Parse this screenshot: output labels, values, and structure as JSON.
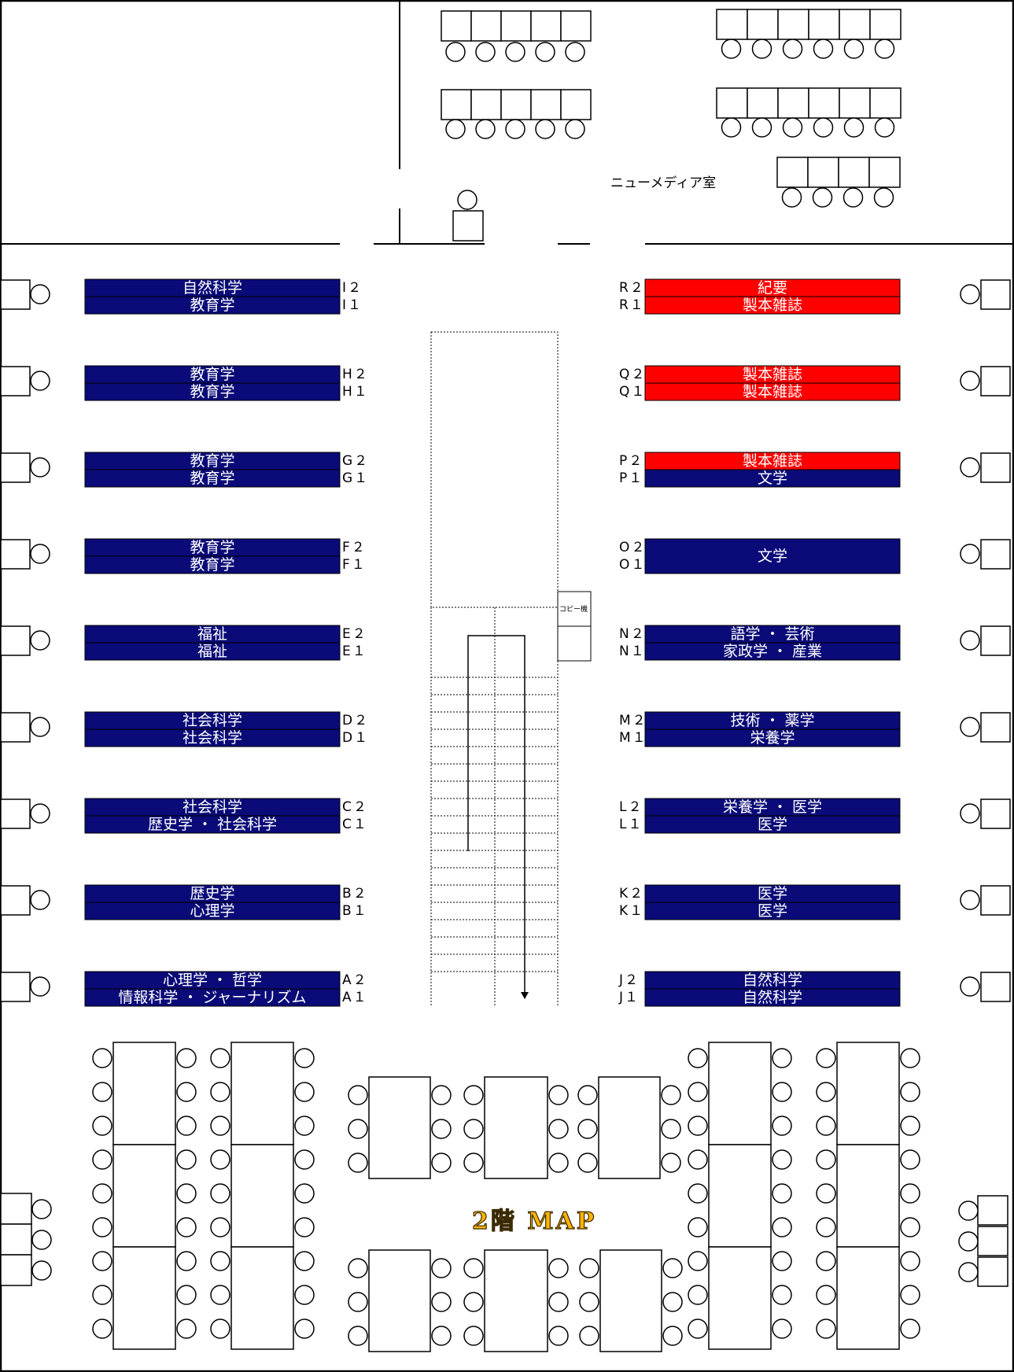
{
  "map_title": "2階 MAP",
  "room_label": "ニューメディア室",
  "copier_label": "コピー機",
  "colors": {
    "navy": "#0a0a78",
    "red": "#ff0000",
    "line": "#000000",
    "title": "#ffb400"
  },
  "left_shelves": [
    {
      "upper": "自然科学",
      "lower": "教育学",
      "upper_code": "I２",
      "lower_code": "I１"
    },
    {
      "upper": "教育学",
      "lower": "教育学",
      "upper_code": "H２",
      "lower_code": "H１"
    },
    {
      "upper": "教育学",
      "lower": "教育学",
      "upper_code": "G２",
      "lower_code": "G１"
    },
    {
      "upper": "教育学",
      "lower": "教育学",
      "upper_code": "F２",
      "lower_code": "F１"
    },
    {
      "upper": "福祉",
      "lower": "福祉",
      "upper_code": "E２",
      "lower_code": "E１"
    },
    {
      "upper": "社会科学",
      "lower": "社会科学",
      "upper_code": "D２",
      "lower_code": "D１"
    },
    {
      "upper": "社会科学",
      "lower": "歴史学 ・ 社会科学",
      "upper_code": "C２",
      "lower_code": "C１"
    },
    {
      "upper": "歴史学",
      "lower": "心理学",
      "upper_code": "B２",
      "lower_code": "B１"
    },
    {
      "upper": "心理学 ・ 哲学",
      "lower": "情報科学 ・ ジャーナリズム",
      "upper_code": "A２",
      "lower_code": "A１"
    }
  ],
  "right_shelves": [
    {
      "upper": "紀要",
      "lower": "製本雑誌",
      "upper_code": "R２",
      "lower_code": "R１",
      "upper_color": "red",
      "lower_color": "red"
    },
    {
      "upper": "製本雑誌",
      "lower": "製本雑誌",
      "upper_code": "Q２",
      "lower_code": "Q１",
      "upper_color": "red",
      "lower_color": "red"
    },
    {
      "upper": "製本雑誌",
      "lower": "文学",
      "upper_code": "P２",
      "lower_code": "P１",
      "upper_color": "red",
      "lower_color": "navy"
    },
    {
      "merged": "文学",
      "upper_code": "O２",
      "lower_code": "O１",
      "upper_color": "navy",
      "lower_color": "navy"
    },
    {
      "upper": "語学 ・ 芸術",
      "lower": "家政学 ・ 産業",
      "upper_code": "N２",
      "lower_code": "N１",
      "upper_color": "navy",
      "lower_color": "navy"
    },
    {
      "upper": "技術 ・ 薬学",
      "lower": "栄養学",
      "upper_code": "M２",
      "lower_code": "M１",
      "upper_color": "navy",
      "lower_color": "navy"
    },
    {
      "upper": "栄養学 ・ 医学",
      "lower": "医学",
      "upper_code": "L２",
      "lower_code": "L１",
      "upper_color": "navy",
      "lower_color": "navy"
    },
    {
      "upper": "医学",
      "lower": "医学",
      "upper_code": "K２",
      "lower_code": "K１",
      "upper_color": "navy",
      "lower_color": "navy"
    },
    {
      "upper": "自然科学",
      "lower": "自然科学",
      "upper_code": "J２",
      "lower_code": "J１",
      "upper_color": "navy",
      "lower_color": "navy"
    }
  ]
}
